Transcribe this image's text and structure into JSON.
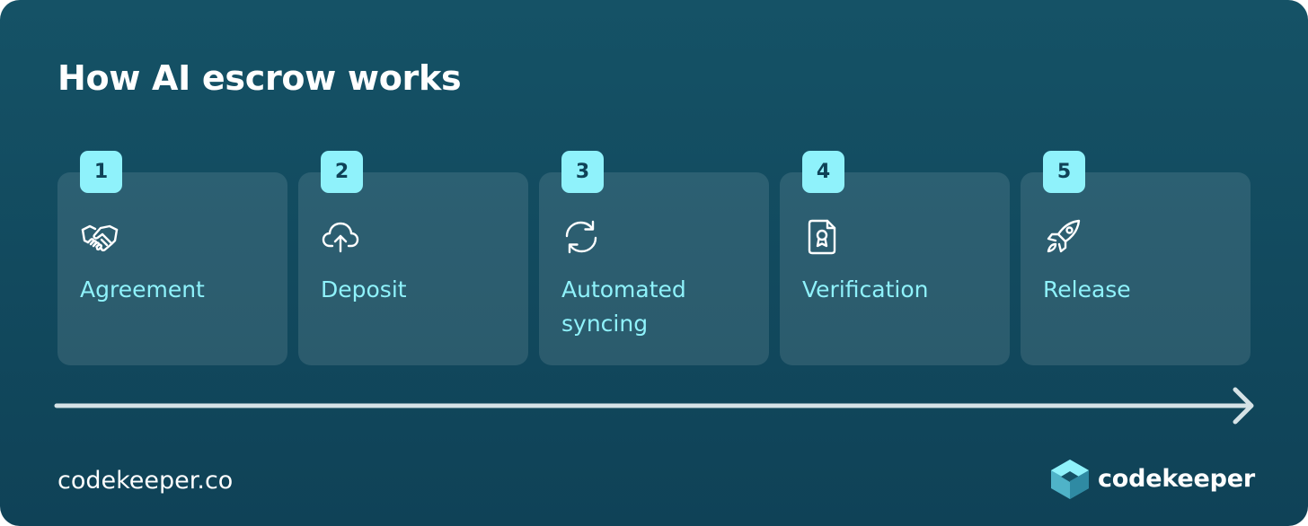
{
  "page": {
    "title": "How AI escrow works"
  },
  "steps": [
    {
      "number": "1",
      "label": "Agreement",
      "icon": "handshake-icon"
    },
    {
      "number": "2",
      "label": "Deposit",
      "icon": "cloud-upload-icon"
    },
    {
      "number": "3",
      "label": "Automated syncing",
      "icon": "sync-icon"
    },
    {
      "number": "4",
      "label": "Verification",
      "icon": "certificate-document-icon"
    },
    {
      "number": "5",
      "label": "Release",
      "icon": "rocket-icon"
    }
  ],
  "footer": {
    "website": "codekeeper.co",
    "brand_name": "codekeeper",
    "brand_icon": "codekeeper-logo-icon"
  },
  "colors": {
    "background_top": "#155266",
    "background_bottom": "#0f4257",
    "accent": "#8ff2fb",
    "text": "#ffffff",
    "arrow": "#d5e2e6"
  }
}
